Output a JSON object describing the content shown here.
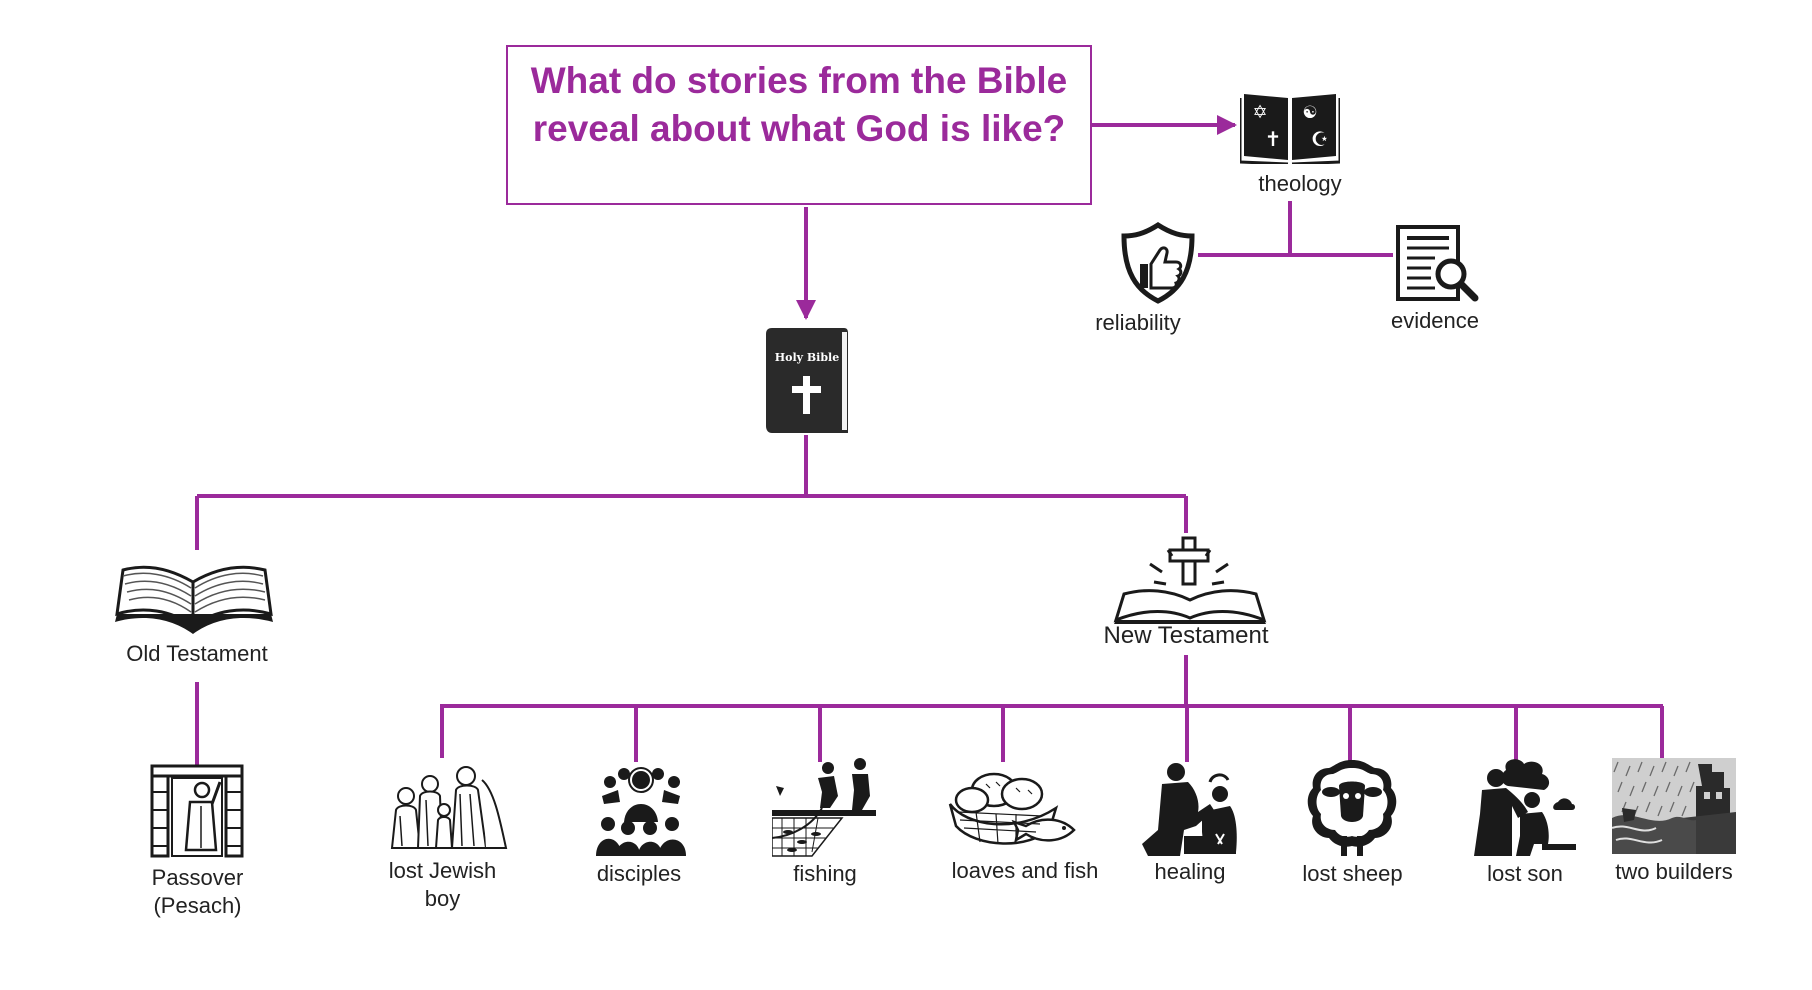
{
  "question": "What do stories from the Bible\nreveal about what God is like?",
  "theology": {
    "label": "theology"
  },
  "reliability": {
    "label": "reliability"
  },
  "evidence": {
    "label": "evidence"
  },
  "bible": {
    "cover_text": "Holy Bible"
  },
  "old_testament": {
    "label": "Old Testament",
    "stories": [
      {
        "label": "Passover\n(Pesach)"
      }
    ]
  },
  "new_testament": {
    "label": "New Testament",
    "stories": [
      {
        "label": "lost Jewish\nboy"
      },
      {
        "label": "disciples"
      },
      {
        "label": "fishing"
      },
      {
        "label": "loaves  and fish"
      },
      {
        "label": "healing"
      },
      {
        "label": "lost sheep"
      },
      {
        "label": "lost son"
      },
      {
        "label": "two builders"
      }
    ]
  },
  "colors": {
    "accent": "#9b2a9b",
    "icon": "#1a1a1a",
    "text": "#222222"
  }
}
